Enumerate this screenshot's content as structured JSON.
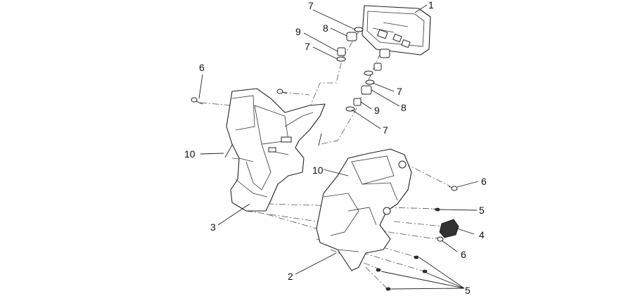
{
  "diagram": {
    "callouts": {
      "c1": "1",
      "c2": "2",
      "c3": "3",
      "c4": "4",
      "c5a": "5",
      "c5b": "5",
      "c6a": "6",
      "c6b": "6",
      "c6c": "6",
      "c7a": "7",
      "c7b": "7",
      "c7c": "7",
      "c7d": "7",
      "c8a": "8",
      "c8b": "8",
      "c9a": "9",
      "c9b": "9",
      "c10a": "10",
      "c10b": "10"
    }
  },
  "colors": {
    "line": "#222222",
    "background": "#ffffff"
  }
}
